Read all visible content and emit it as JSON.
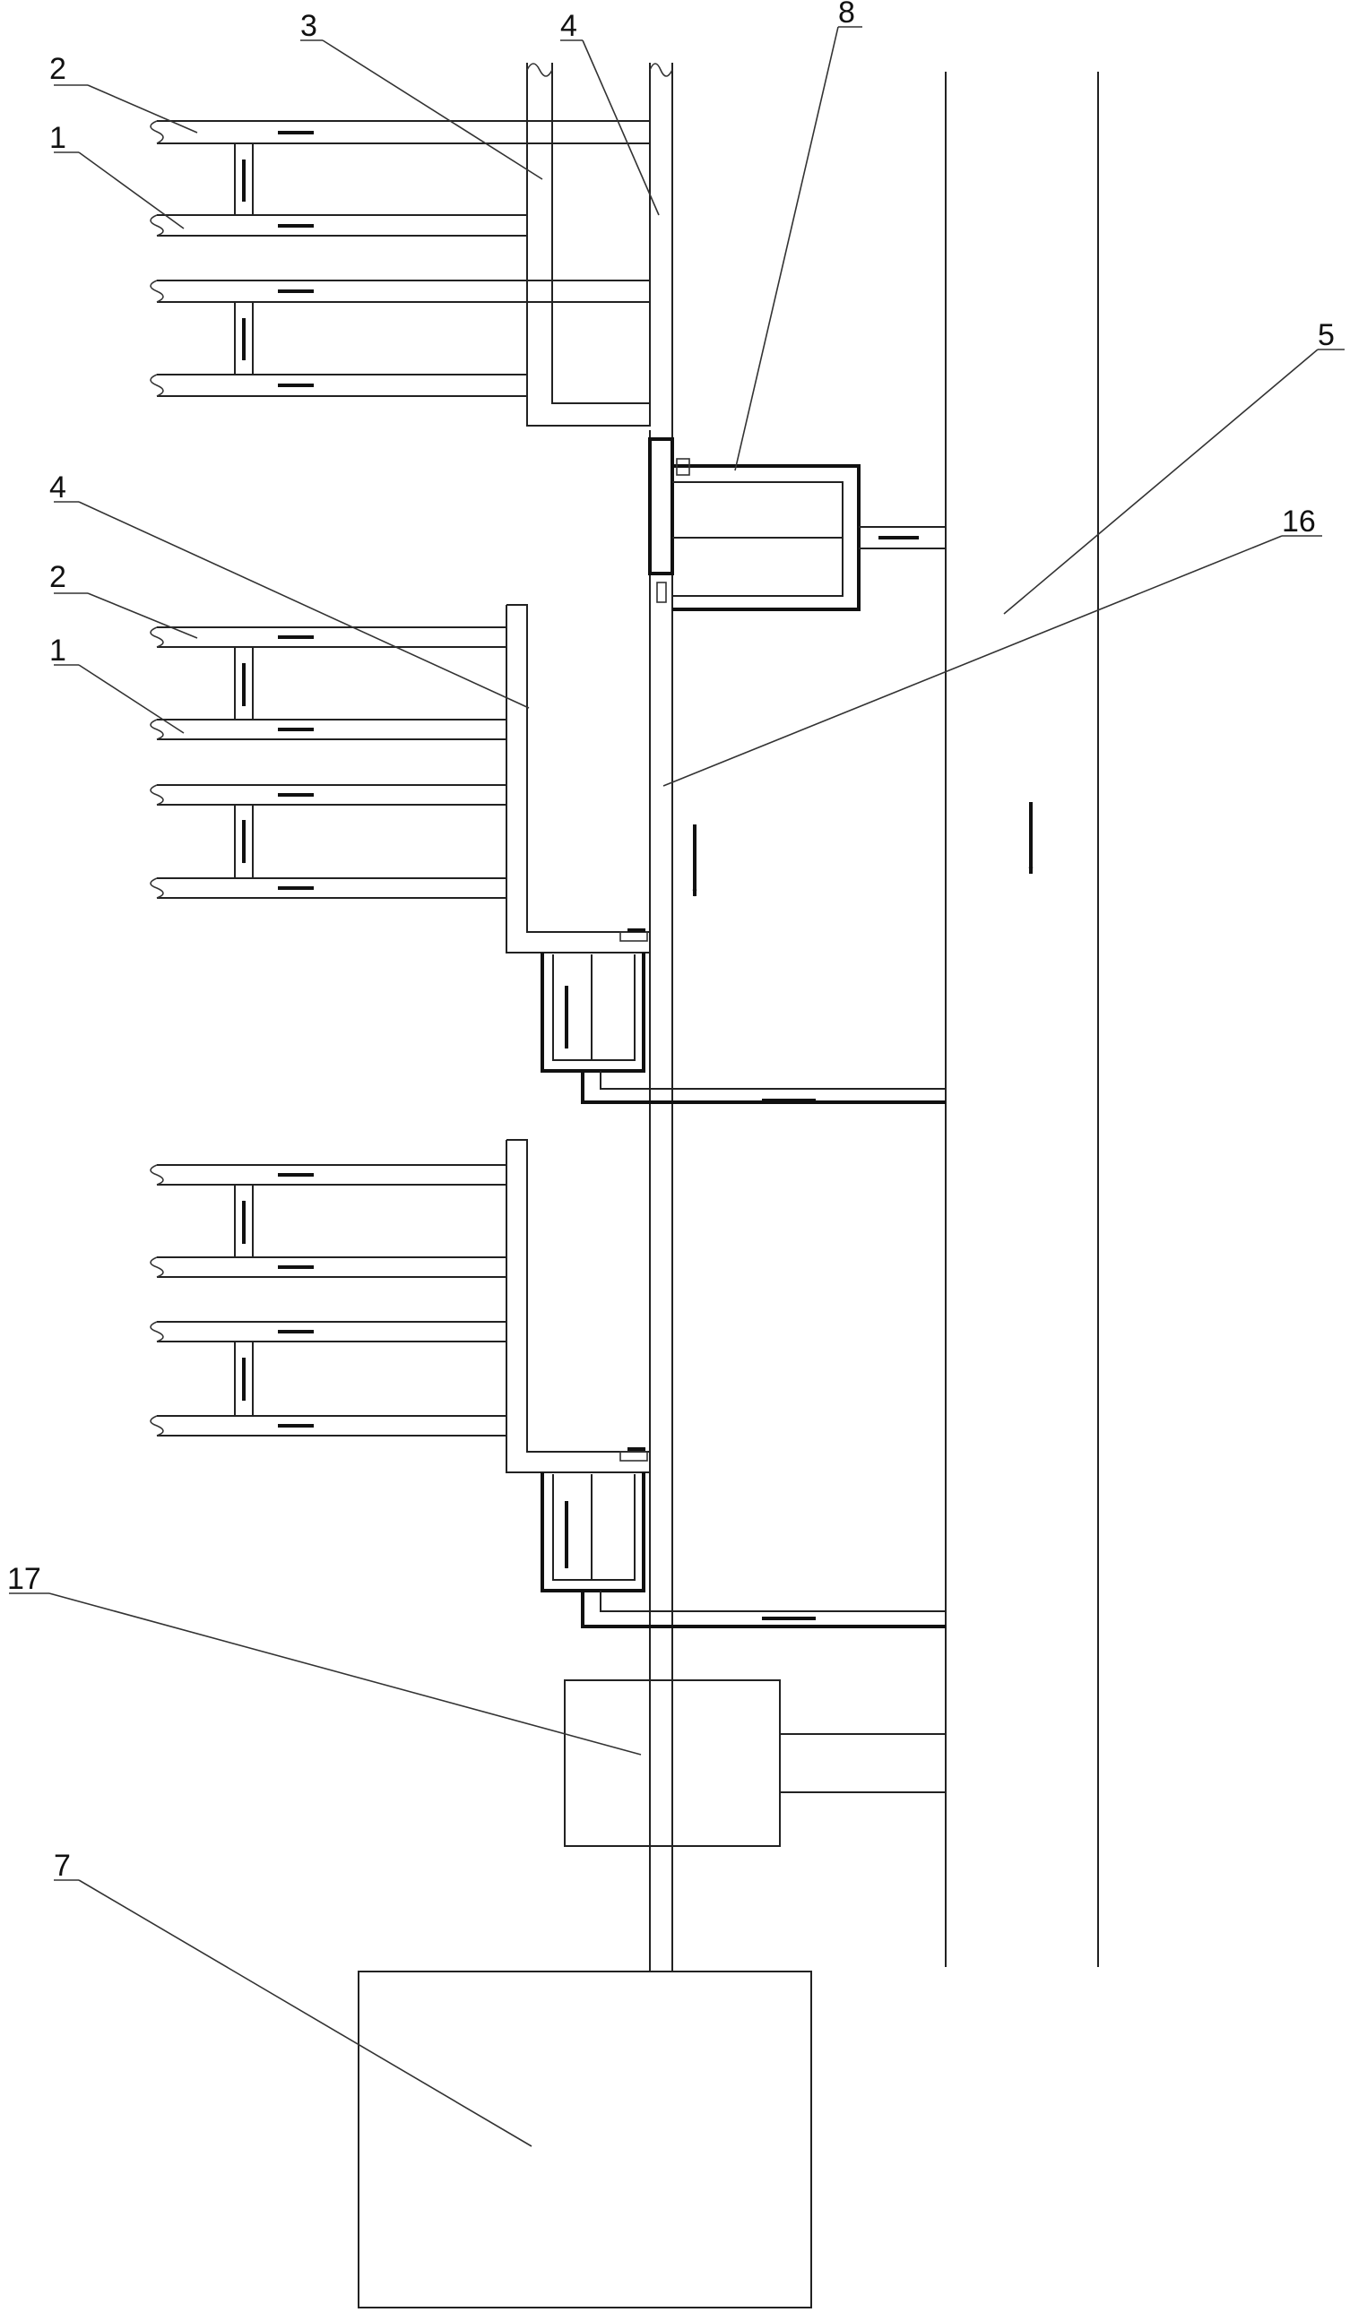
{
  "labels": {
    "l1a": "1",
    "l1b": "1",
    "l2a": "2",
    "l2b": "2",
    "l3": "3",
    "l4a": "4",
    "l4b": "4",
    "l5": "5",
    "l7": "7",
    "l8": "8",
    "l16": "16",
    "l17": "17"
  }
}
